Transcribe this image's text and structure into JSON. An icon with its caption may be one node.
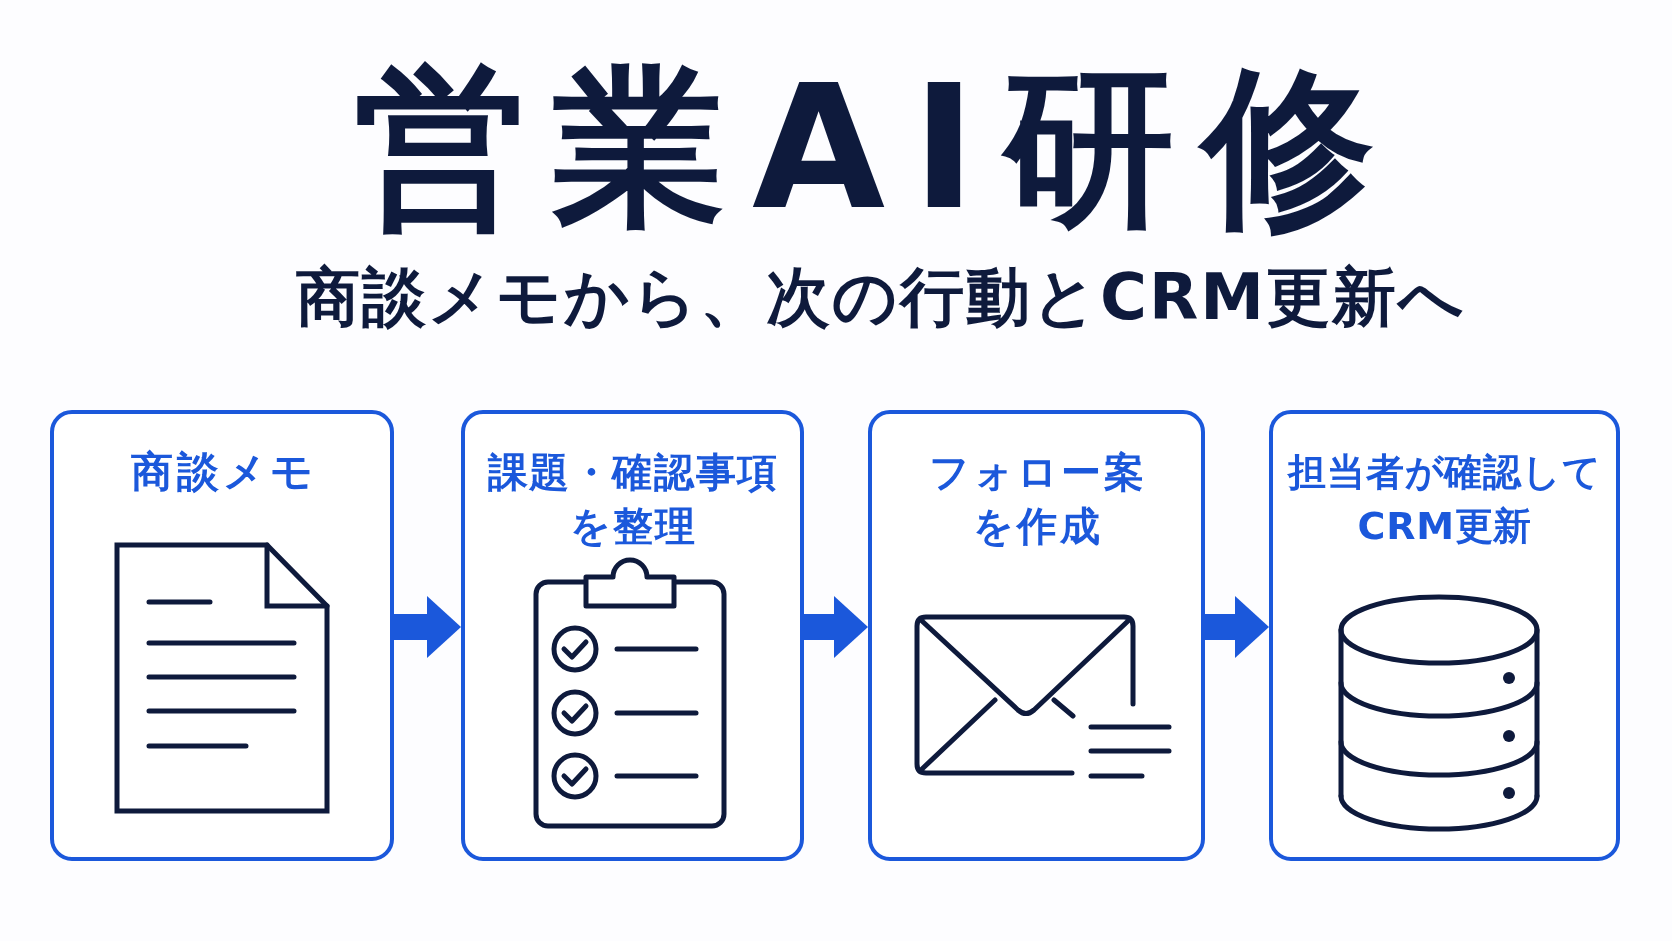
{
  "diagram": {
    "title": "営業AI研修",
    "nodes": [
      {
        "text": [
          "商談メモ"
        ]
      },
      {
        "text": [
          "課題・確認事項を整理"
        ]
      },
      {
        "text": [
          "フォロー案を作成"
        ]
      },
      {
        "text": [
          "担当者が確認してCRM更新"
        ]
      }
    ],
    "edges": [
      {
        "from": 0,
        "to": 1,
        "arrow": "to"
      },
      {
        "from": 1,
        "to": 2,
        "arrow": "to"
      },
      {
        "from": 2,
        "to": 3,
        "arrow": "to"
      }
    ],
    "labels": [
      "商談メモから、次の行動とCRM更新へ"
    ]
  }
}
